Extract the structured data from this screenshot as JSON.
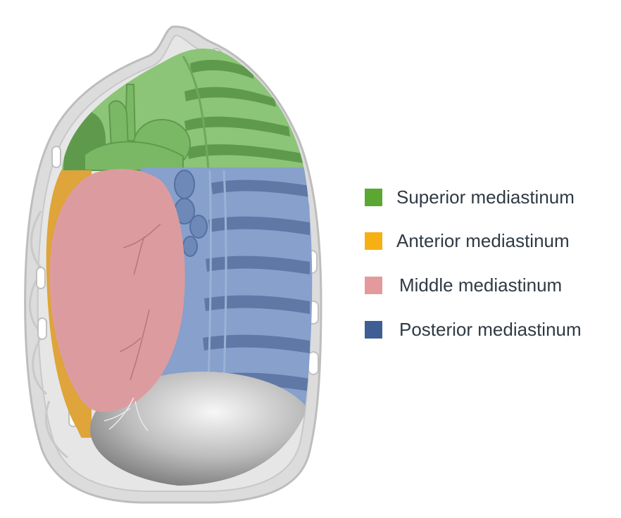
{
  "legend": {
    "items": [
      {
        "label": "Superior mediastinum",
        "color": "#5aa832"
      },
      {
        "label": "Anterior mediastinum",
        "color": "#f7b014"
      },
      {
        "label": "Middle mediastinum",
        "color": "#e49a9c"
      },
      {
        "label": "Posterior mediastinum",
        "color": "#3e5e94"
      }
    ]
  },
  "regions": {
    "superior": {
      "color": "#8cc478",
      "dark": "#5f9a4c"
    },
    "anterior": {
      "color": "#dfa43a"
    },
    "middle": {
      "color": "#dc9c9f",
      "vessel": "#b87479"
    },
    "posterior": {
      "color": "#87a0cc",
      "dark": "#5f78a6"
    },
    "diaphragm": {
      "color": "#a9a9a9"
    },
    "wall": {
      "color": "#dcdcdc",
      "edge": "#bdbdbd"
    }
  }
}
